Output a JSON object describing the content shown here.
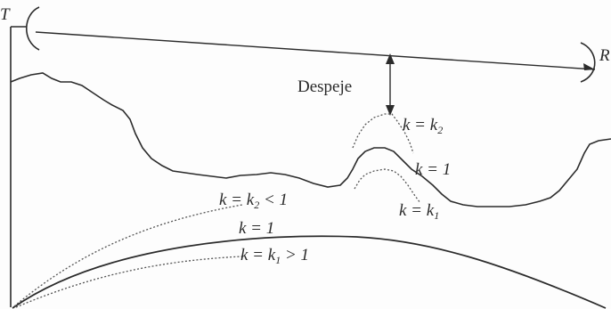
{
  "labels": {
    "transmitter": "T",
    "receiver": "R",
    "clearance": "Despeje",
    "k_eq_k2_top": "k = k",
    "k_eq_k2_top_sub": "2",
    "k_eq_1_mid": "k = 1",
    "k_eq_k1_bottom": "k = k",
    "k_eq_k1_bottom_sub": "1",
    "curve_k2_less": "k = k",
    "curve_k2_less_sub": "2",
    "curve_k2_less_tail": " < 1",
    "curve_k1": "k = 1",
    "curve_k1_greater": "k = k",
    "curve_k1_greater_sub": "1",
    "curve_k1_greater_tail": " > 1"
  },
  "colors": {
    "ink": "#2b2b2b",
    "dotted": "#555555",
    "background": "#fdfdfd"
  }
}
